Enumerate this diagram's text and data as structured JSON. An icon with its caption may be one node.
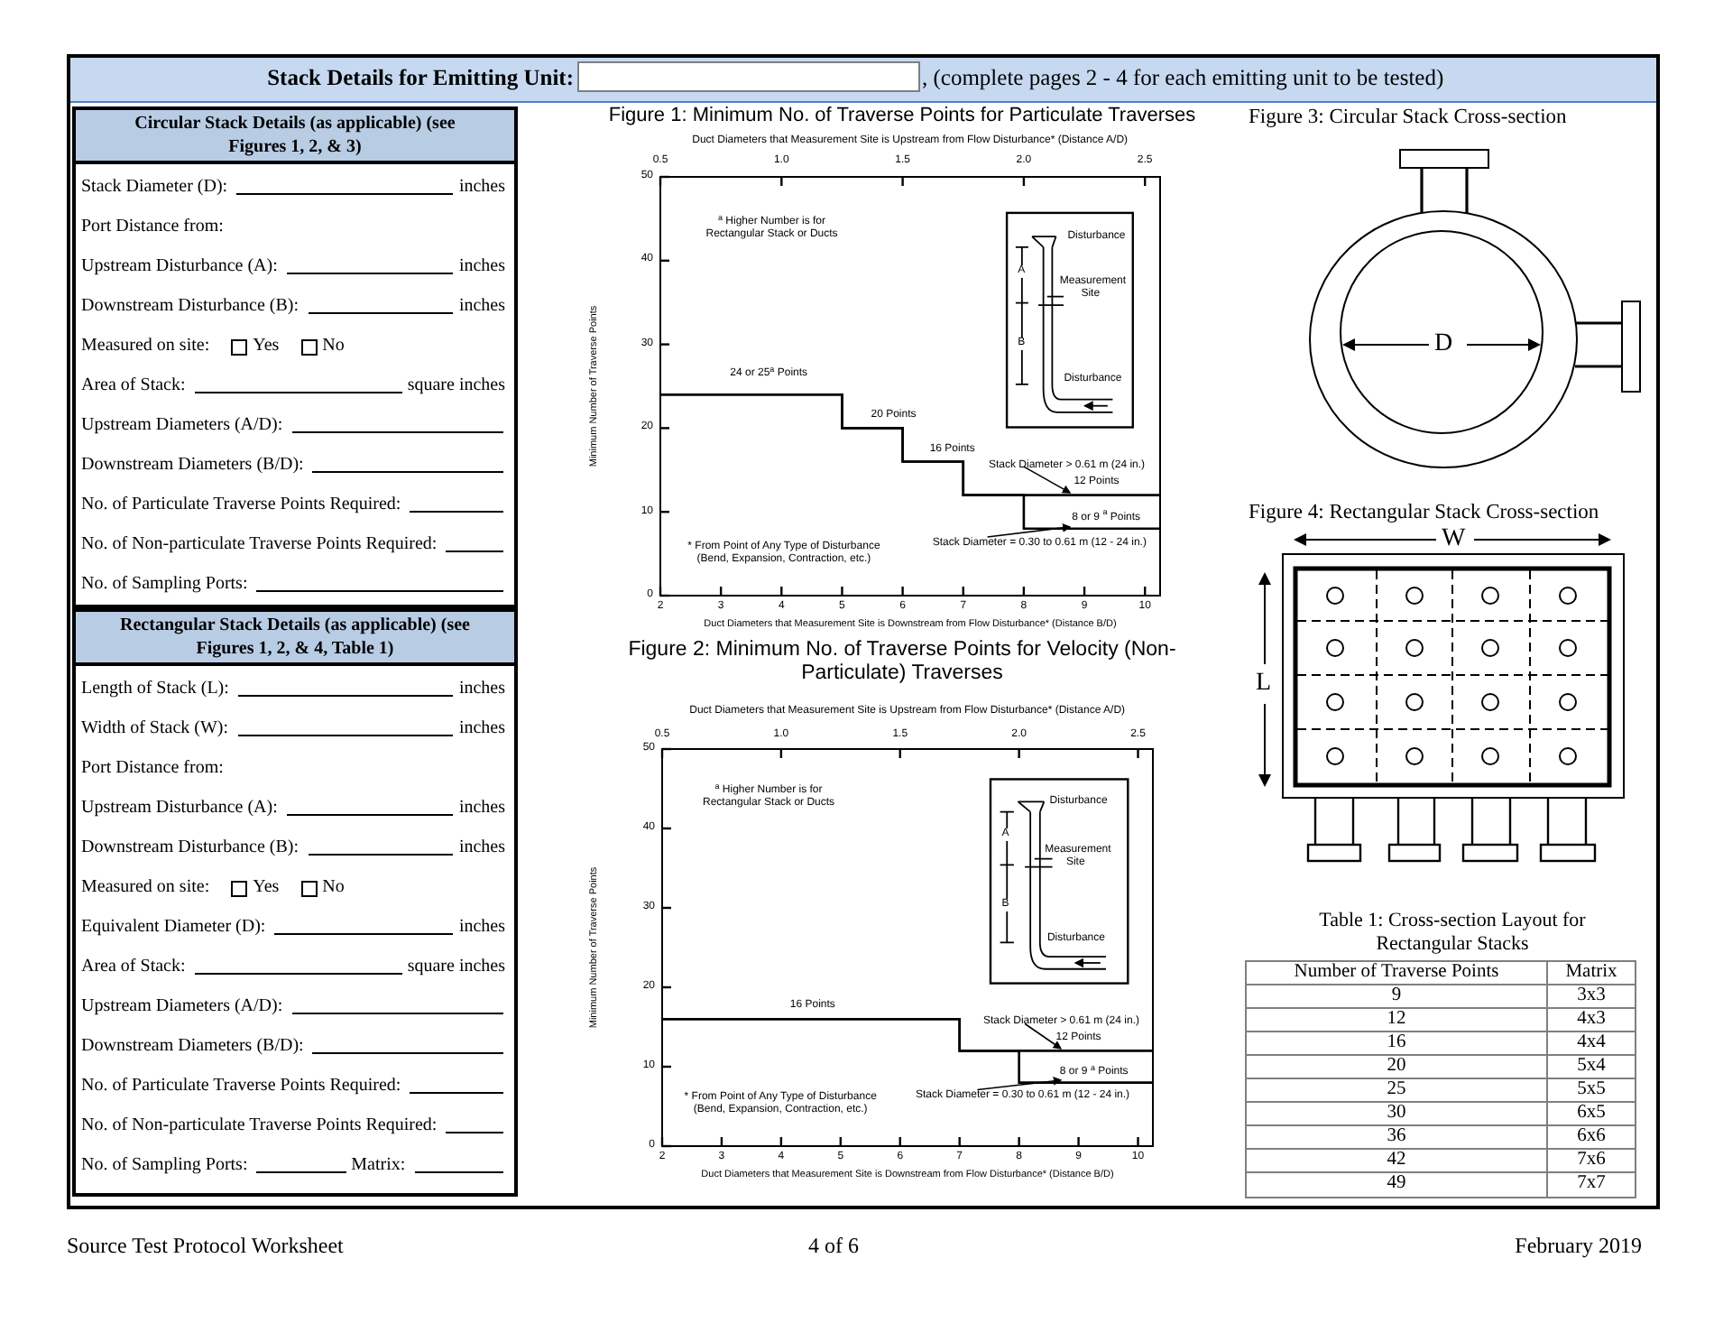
{
  "diagram": {
    "title": "Stack Details for Emitting Unit:",
    "nodes": [
      {
        "text": [
          "Circular Stack Details (as applicable) (see Figures 1, 2, & 3)"
        ]
      },
      {
        "text": [
          "Rectangular Stack Details (as applicable) (see Figures 1, 2, & 4, Table 1)"
        ]
      }
    ],
    "labels": [
      ", (complete pages 2 - 4 for each emitting unit to be tested)",
      "Stack Diameter (D):",
      "inches",
      "Port Distance from:",
      "Upstream Disturbance (A):",
      "inches",
      "Downstream Disturbance (B):",
      "inches",
      "Measured on site:",
      "Yes",
      "No",
      "Area of Stack:",
      "square inches",
      "Upstream Diameters (A/D):",
      "Downstream Diameters (B/D):",
      "No. of Particulate Traverse Points Required:",
      "No. of Non-particulate Traverse Points Required:",
      "No. of Sampling Ports:",
      "Length of Stack (L):",
      "inches",
      "Width of Stack (W):",
      "inches",
      "Port Distance from:",
      "Upstream Disturbance (A):",
      "inches",
      "Downstream Disturbance (B):",
      "inches",
      "Measured on site:",
      "Yes",
      "No",
      "Equivalent Diameter (D):",
      "inches",
      "Area of Stack:",
      "square inches",
      "Upstream Diameters (A/D):",
      "Downstream Diameters (B/D):",
      "No. of Particulate Traverse Points Required:",
      "No. of Non-particulate Traverse Points Required:",
      "No. of Sampling Ports:",
      "Matrix:",
      "Figure 3: Circular Stack Cross-section",
      "D",
      "Figure 4: Rectangular Stack Cross-section",
      "W",
      "L",
      "Table 1: Cross-section Layout for Rectangular Stacks",
      "Number of Traverse Points",
      "Matrix",
      "9",
      "3x3",
      "12",
      "4x3",
      "16",
      "4x4",
      "20",
      "5x4",
      "25",
      "5x5",
      "30",
      "6x5",
      "36",
      "6x6",
      "42",
      "7x6",
      "49",
      "7x7",
      "Source Test Protocol Worksheet",
      "4 of 6",
      "February 2019"
    ],
    "chart_data": [
      {
        "type": "line",
        "title": "Figure 1: Minimum No. of Traverse Points for Particulate Traverses",
        "xlabel": "Duct Diameters that Measurement Site is Downstream from Flow Disturbance* (Distance B/D)",
        "ylabel": "Minimum Number of Traverse Points",
        "x": [
          2,
          5,
          5,
          6,
          6,
          7,
          7,
          8,
          8,
          10.25
        ],
        "series": [
          {
            "color": "#000000",
            "values": [
              24,
              24,
              20,
              20,
              16,
              16,
              12,
              12,
              12,
              12
            ]
          },
          {
            "color": "#000000",
            "values": [
              24,
              24,
              20,
              20,
              16,
              16,
              12,
              12,
              8,
              8
            ]
          }
        ],
        "xlim": [
          2,
          10.25
        ],
        "ylim": [
          0,
          50
        ],
        "xticks": [
          2,
          3,
          4,
          5,
          6,
          7,
          8,
          9,
          10
        ],
        "yticks": [
          0,
          10,
          20,
          30,
          40,
          50
        ],
        "annotations": [
          "Duct Diameters that Measurement Site is Upstream from Flow Disturbance* (Distance A/D)",
          "0.5",
          "1.0",
          "1.5",
          "2.0",
          "2.5",
          "$^{a}$ Higher Number is for Rectangular Stack or Ducts",
          "Disturbance",
          "A",
          "Measurement Site",
          "B",
          "Disturbance",
          "24 or 25$^{a}$ Points",
          "20 Points",
          "16 Points",
          "Stack Diameter > 0.61 m (24 in.)",
          "12 Points",
          "8 or 9 $^{a}$ Points",
          "* From Point of Any Type of Disturbance (Bend, Expansion, Contraction, etc.)",
          "Stack Diameter = 0.30 to 0.61 m (12 - 24 in.)"
        ]
      },
      {
        "type": "line",
        "title": "Figure 2: Minimum No. of Traverse Points for Velocity (Non-Particulate) Traverses",
        "xlabel": "Duct Diameters that Measurement Site is Downstream from Flow Disturbance* (Distance B/D)",
        "ylabel": "Minimum Number of Traverse Points",
        "x": [
          2,
          7,
          7,
          8,
          8,
          10.25
        ],
        "series": [
          {
            "color": "#000000",
            "values": [
              16,
              16,
              12,
              12,
              12,
              12
            ]
          },
          {
            "color": "#000000",
            "values": [
              16,
              16,
              12,
              12,
              8,
              8
            ]
          }
        ],
        "xlim": [
          2,
          10.25
        ],
        "ylim": [
          0,
          50
        ],
        "xticks": [
          2,
          3,
          4,
          5,
          6,
          7,
          8,
          9,
          10
        ],
        "yticks": [
          0,
          10,
          20,
          30,
          40,
          50
        ],
        "annotations": [
          "Duct Diameters that Measurement Site is Upstream from Flow Disturbance* (Distance A/D)",
          "0.5",
          "1.0",
          "1.5",
          "2.0",
          "2.5",
          "$^{a}$ Higher Number is for Rectangular Stack or Ducts",
          "Disturbance",
          "A",
          "Measurement Site",
          "B",
          "Disturbance",
          "16 Points",
          "Stack Diameter > 0.61 m (24 in.)",
          "12 Points",
          "8 or 9 $^{a}$ Points",
          "* From Point of Any Type of Disturbance (Bend, Expansion, Contraction, etc.)",
          "Stack Diameter = 0.30 to 0.61 m (12 - 24 in.)"
        ]
      }
    ]
  }
}
